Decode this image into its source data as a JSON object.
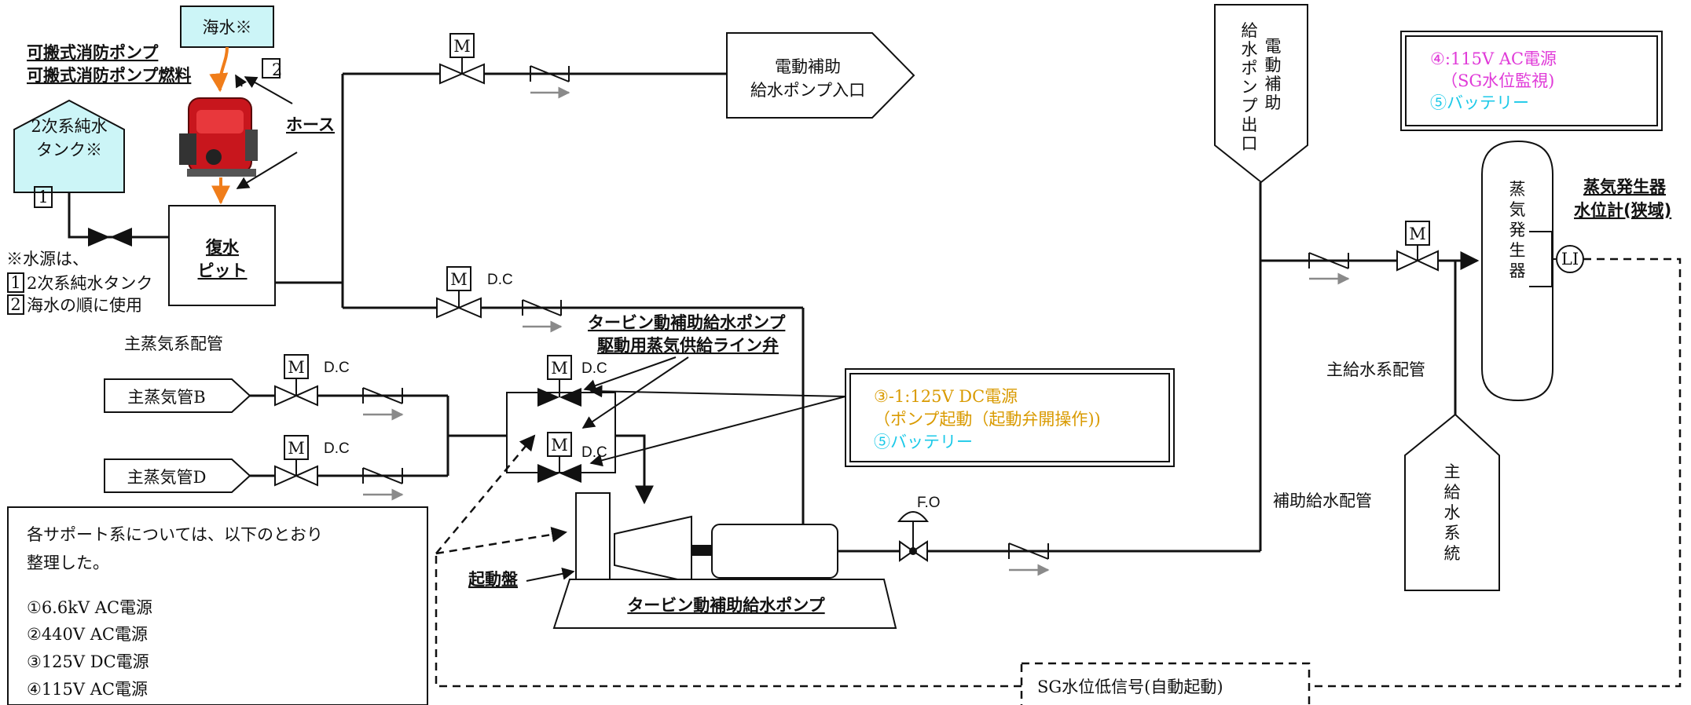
{
  "colors": {
    "power_125v": "#d99a00",
    "battery": "#1cc9e8",
    "power_115v": "#e03ad8",
    "hose": "#f07d1a",
    "tank_fill": "#ccf5f7"
  },
  "tanks": {
    "seawater": "海水※",
    "pure_water_line1": "2次系純水",
    "pure_water_line2": "タンク※"
  },
  "labels": {
    "portable_pump": "可搬式消防ポンプ",
    "portable_pump_fuel": "可搬式消防ポンプ燃料",
    "hose": "ホース",
    "pit_line1": "復水",
    "pit_line2": "ピット",
    "num1": "1",
    "num2": "2",
    "water_note_title": "※水源は、",
    "water_note_1": "2次系純水タンク",
    "water_note_2": "海水の順に使用",
    "main_steam_piping": "主蒸気系配管",
    "main_steam_b": "主蒸気管B",
    "main_steam_d": "主蒸気管D",
    "motor_pump_inlet_line1": "電動補助",
    "motor_pump_inlet_line2": "給水ポンプ入口",
    "motor_pump_outlet": [
      "給",
      "水",
      "ポ",
      "ン",
      "プ",
      "出",
      "口"
    ],
    "motor_pump_outlet_2": [
      "電",
      "動",
      "補",
      "助"
    ],
    "turbine_valve_line1": "タービン動補助給水ポンプ",
    "turbine_valve_line2": "駆動用蒸気供給ライン弁",
    "starter_panel": "起動盤",
    "turbine_pump": "タービン動補助給水ポンプ",
    "aux_feed_piping": "補助給水配管",
    "main_feed_piping": "主給水系配管",
    "main_feed_system": [
      "主",
      "給",
      "水",
      "系",
      "統"
    ],
    "sg_vertical": [
      "蒸",
      "気",
      "発",
      "生",
      "器"
    ],
    "sg_level_line1": "蒸気発生器",
    "sg_level_line2": "水位計(狭域)",
    "li": "LI",
    "sg_low_signal": "SG水位低信号(自動起動)",
    "m": "M",
    "dc": "D.C",
    "fo": "F.O"
  },
  "power_box_125v": {
    "line1": "③-1:125V DC電源",
    "line2": "（ポンプ起動（起動弁開操作))",
    "line3": "⑤バッテリー"
  },
  "power_box_115v": {
    "line1": "④:115V AC電源",
    "line2": "（SG水位監視)",
    "line3": "⑤バッテリー"
  },
  "support_note": {
    "line1": "各サポート系については、以下のとおり",
    "line2": "整理した。",
    "items": [
      "①6.6kV AC電源",
      "②440V AC電源",
      "③125V DC電源",
      "④115V AC電源"
    ]
  }
}
